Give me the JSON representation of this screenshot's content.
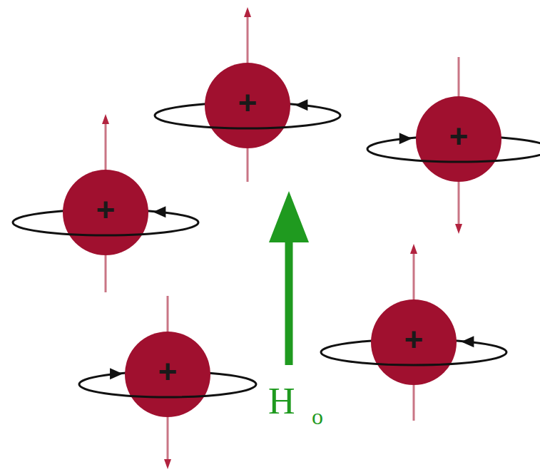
{
  "diagram": {
    "nodes": [
      {
        "text": [
          "+"
        ]
      },
      {
        "text": [
          "+"
        ]
      },
      {
        "text": [
          "+"
        ]
      },
      {
        "text": [
          "+"
        ]
      },
      {
        "text": [
          "+"
        ]
      }
    ],
    "labels": [
      "H",
      "o"
    ]
  }
}
